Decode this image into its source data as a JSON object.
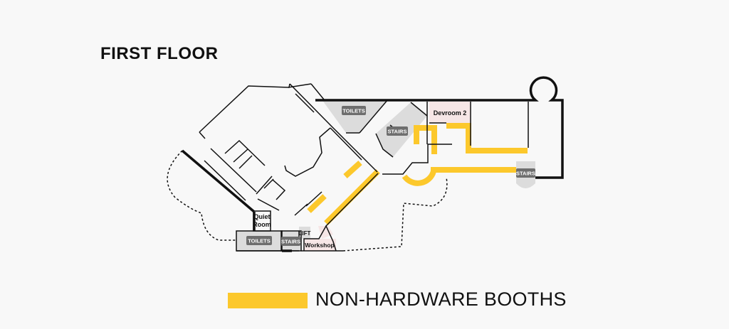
{
  "map": {
    "title": "FIRST FLOOR",
    "colors": {
      "booth": "#fcc82c",
      "wall": "#111111",
      "service_area": "#dcdcdc",
      "badge": "#6e6e6e",
      "room_fill": "#f6e6e6"
    },
    "labels": {
      "toilets_top": "TOILETS",
      "stairs_center": "STAIRS",
      "devroom": "Devroom 2",
      "stairs_right": "STAIRS",
      "quiet_room_line1": "Quiet",
      "quiet_room_line2": "Room",
      "toilets_bottom": "TOILETS",
      "stairs_bottom": "STAIRS",
      "lift": "LIFT",
      "workshop": "Workshop"
    },
    "legend": {
      "label": "NON-HARDWARE BOOTHS"
    }
  }
}
